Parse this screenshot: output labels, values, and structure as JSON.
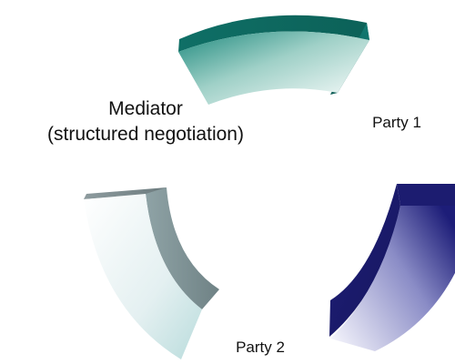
{
  "diagram": {
    "labels": {
      "mediator_line1": "Mediator",
      "mediator_line2": "(structured negotiation)",
      "party1": "Party 1",
      "party2": "Party 2"
    },
    "colors": {
      "mediator_segment": "#127a72",
      "party1_segment": "#1f1f7a",
      "party2_segment": "#7c8c90",
      "background": "#ffffff"
    }
  }
}
